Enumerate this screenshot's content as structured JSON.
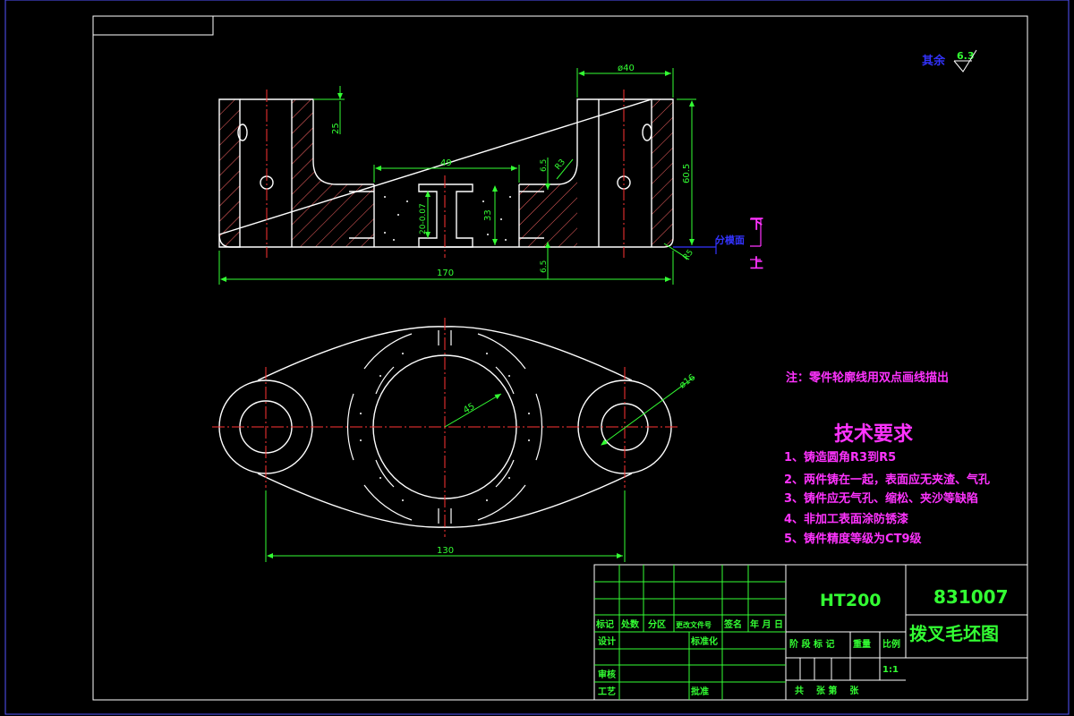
{
  "drawing": {
    "surface_roughness": {
      "label": "其余",
      "value": "6.3"
    },
    "top_view": {
      "dims": {
        "phi40": "ø40",
        "d49": "49",
        "d170": "170",
        "d25": "25",
        "d65a": "6.5",
        "d65b": "6.5",
        "d605": "60.5",
        "d33": "33",
        "tol": "20-0.07",
        "r3": "R3",
        "r5": "R5"
      },
      "parting": {
        "label": "分模面",
        "lower": "下",
        "upper": "上"
      }
    },
    "bottom_view": {
      "dims": {
        "d130": "130",
        "r45": "45",
        "phi16": "ø16"
      }
    },
    "note": "注：零件轮廓线用双点画线描出",
    "tech": {
      "title": "技术要求",
      "items": [
        "1、铸造圆角R3到R5",
        "2、两件铸在一起，表面应无夹渣、气孔",
        "3、铸件应无气孔、缩松、夹沙等缺陷",
        "4、非加工表面涂防锈漆",
        "5、铸件精度等级为CT9级"
      ]
    },
    "title_block": {
      "material": "HT200",
      "drawing_no": "831007",
      "drawing_name": "拨叉毛坯图",
      "headers": [
        "标记",
        "处数",
        "分区",
        "更改文件号",
        "签名",
        "年 月 日"
      ],
      "rows": {
        "design": "设计",
        "standard": "标准化",
        "check": "审核",
        "process": "工艺",
        "approve": "批准"
      },
      "stage_labels": [
        "阶 段 标 记",
        "重量",
        "比例"
      ],
      "scale": "1:1",
      "sheet": "共    张 第    张"
    }
  }
}
